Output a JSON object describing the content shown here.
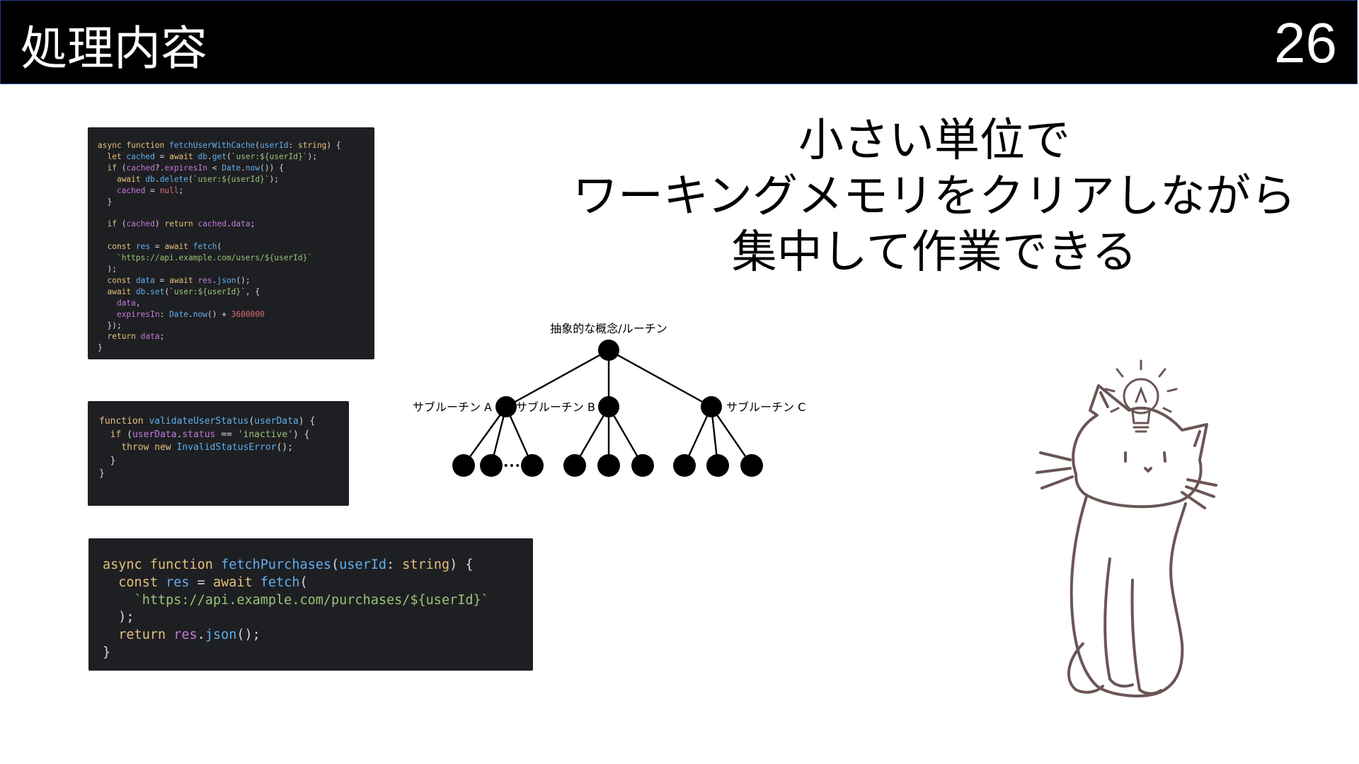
{
  "header": {
    "title": "処理内容",
    "page_number": "26"
  },
  "headline": [
    "小さい単位で",
    "ワーキングメモリをクリアしながら",
    "集中して作業できる"
  ],
  "diagram": {
    "root_label": "抽象的な概念/ルーチン",
    "sub_a": "サブルーチン A",
    "sub_b": "サブルーチン B",
    "sub_c": "サブルーチン C",
    "ellipsis": "•••"
  },
  "code_blocks": [
    [
      [
        [
          "kw",
          "async "
        ],
        [
          "kw",
          "function "
        ],
        [
          "fn",
          "fetchUserWithCache"
        ],
        [
          "pl",
          "("
        ],
        [
          "fn",
          "userId"
        ],
        [
          "pl",
          ": "
        ],
        [
          "ty",
          "string"
        ],
        [
          "pl",
          ") {"
        ]
      ],
      [
        [
          "pl",
          "  "
        ],
        [
          "kw",
          "let "
        ],
        [
          "fn",
          "cached "
        ],
        [
          "pl",
          "= "
        ],
        [
          "kw",
          "await "
        ],
        [
          "fn",
          "db"
        ],
        [
          "pl",
          "."
        ],
        [
          "fn",
          "get"
        ],
        [
          "pl",
          "("
        ],
        [
          "st",
          "`user:${userId}`"
        ],
        [
          "pl",
          ");"
        ]
      ],
      [
        [
          "pl",
          "  "
        ],
        [
          "kw",
          "if "
        ],
        [
          "pl",
          "("
        ],
        [
          "vr",
          "cached"
        ],
        [
          "pl",
          "?."
        ],
        [
          "vr",
          "expiresIn "
        ],
        [
          "pl",
          "< "
        ],
        [
          "fn",
          "Date"
        ],
        [
          "pl",
          "."
        ],
        [
          "fn",
          "now"
        ],
        [
          "pl",
          "()) {"
        ]
      ],
      [
        [
          "pl",
          "    "
        ],
        [
          "kw",
          "await "
        ],
        [
          "fn",
          "db"
        ],
        [
          "pl",
          "."
        ],
        [
          "fn",
          "delete"
        ],
        [
          "pl",
          "("
        ],
        [
          "st",
          "`user:${userId}`"
        ],
        [
          "pl",
          ");"
        ]
      ],
      [
        [
          "pl",
          "    "
        ],
        [
          "vr",
          "cached "
        ],
        [
          "pl",
          "= "
        ],
        [
          "nm",
          "null"
        ],
        [
          "pl",
          ";"
        ]
      ],
      [
        [
          "pl",
          "  }"
        ]
      ],
      [
        [
          "pl",
          " "
        ]
      ],
      [
        [
          "pl",
          "  "
        ],
        [
          "kw",
          "if "
        ],
        [
          "pl",
          "("
        ],
        [
          "vr",
          "cached"
        ],
        [
          "pl",
          ") "
        ],
        [
          "kw",
          "return "
        ],
        [
          "vr",
          "cached"
        ],
        [
          "pl",
          "."
        ],
        [
          "vr",
          "data"
        ],
        [
          "pl",
          ";"
        ]
      ],
      [
        [
          "pl",
          " "
        ]
      ],
      [
        [
          "pl",
          "  "
        ],
        [
          "kw",
          "const "
        ],
        [
          "fn",
          "res "
        ],
        [
          "pl",
          "= "
        ],
        [
          "kw",
          "await "
        ],
        [
          "fn",
          "fetch"
        ],
        [
          "pl",
          "("
        ]
      ],
      [
        [
          "pl",
          "    "
        ],
        [
          "st",
          "`https://api.example.com/users/${userId}`"
        ]
      ],
      [
        [
          "pl",
          "  );"
        ]
      ],
      [
        [
          "pl",
          "  "
        ],
        [
          "kw",
          "const "
        ],
        [
          "fn",
          "data "
        ],
        [
          "pl",
          "= "
        ],
        [
          "kw",
          "await "
        ],
        [
          "vr",
          "res"
        ],
        [
          "pl",
          "."
        ],
        [
          "fn",
          "json"
        ],
        [
          "pl",
          "();"
        ]
      ],
      [
        [
          "pl",
          "  "
        ],
        [
          "kw",
          "await "
        ],
        [
          "fn",
          "db"
        ],
        [
          "pl",
          "."
        ],
        [
          "fn",
          "set"
        ],
        [
          "pl",
          "("
        ],
        [
          "st",
          "`user:${userId}`"
        ],
        [
          "pl",
          ", {"
        ]
      ],
      [
        [
          "pl",
          "    "
        ],
        [
          "vr",
          "data"
        ],
        [
          "pl",
          ","
        ]
      ],
      [
        [
          "pl",
          "    "
        ],
        [
          "vr",
          "expiresIn"
        ],
        [
          "pl",
          ": "
        ],
        [
          "fn",
          "Date"
        ],
        [
          "pl",
          "."
        ],
        [
          "fn",
          "now"
        ],
        [
          "pl",
          "() + "
        ],
        [
          "nm",
          "3600000"
        ]
      ],
      [
        [
          "pl",
          "  });"
        ]
      ],
      [
        [
          "pl",
          "  "
        ],
        [
          "kw",
          "return "
        ],
        [
          "vr",
          "data"
        ],
        [
          "pl",
          ";"
        ]
      ],
      [
        [
          "pl",
          "}"
        ]
      ]
    ],
    [
      [
        [
          "kw",
          "function "
        ],
        [
          "fn",
          "validateUserStatus"
        ],
        [
          "pl",
          "("
        ],
        [
          "fn",
          "userData"
        ],
        [
          "pl",
          ") {"
        ]
      ],
      [
        [
          "pl",
          "  "
        ],
        [
          "kw",
          "if "
        ],
        [
          "pl",
          "("
        ],
        [
          "vr",
          "userData"
        ],
        [
          "pl",
          "."
        ],
        [
          "vr",
          "status "
        ],
        [
          "pl",
          "== "
        ],
        [
          "st",
          "'inactive'"
        ],
        [
          "pl",
          ") {"
        ]
      ],
      [
        [
          "pl",
          "    "
        ],
        [
          "kw",
          "throw "
        ],
        [
          "kw",
          "new "
        ],
        [
          "fn",
          "InvalidStatusError"
        ],
        [
          "pl",
          "();"
        ]
      ],
      [
        [
          "pl",
          "  }"
        ]
      ],
      [
        [
          "pl",
          "}"
        ]
      ]
    ],
    [
      [
        [
          "kw",
          "async "
        ],
        [
          "kw",
          "function "
        ],
        [
          "fn",
          "fetchPurchases"
        ],
        [
          "pl",
          "("
        ],
        [
          "fn",
          "userId"
        ],
        [
          "pl",
          ": "
        ],
        [
          "ty",
          "string"
        ],
        [
          "pl",
          ") {"
        ]
      ],
      [
        [
          "pl",
          "  "
        ],
        [
          "kw",
          "const "
        ],
        [
          "fn",
          "res "
        ],
        [
          "pl",
          "= "
        ],
        [
          "kw",
          "await "
        ],
        [
          "fn",
          "fetch"
        ],
        [
          "pl",
          "("
        ]
      ],
      [
        [
          "pl",
          "    "
        ],
        [
          "st",
          "`https://api.example.com/purchases/${userId}`"
        ]
      ],
      [
        [
          "pl",
          "  );"
        ]
      ],
      [
        [
          "pl",
          "  "
        ],
        [
          "kw",
          "return "
        ],
        [
          "vr",
          "res"
        ],
        [
          "pl",
          "."
        ],
        [
          "fn",
          "json"
        ],
        [
          "pl",
          "();"
        ]
      ],
      [
        [
          "pl",
          "}"
        ]
      ]
    ]
  ],
  "icons": {
    "cat": "cat-with-lightbulb-illustration",
    "bulb": "lightbulb-icon"
  }
}
